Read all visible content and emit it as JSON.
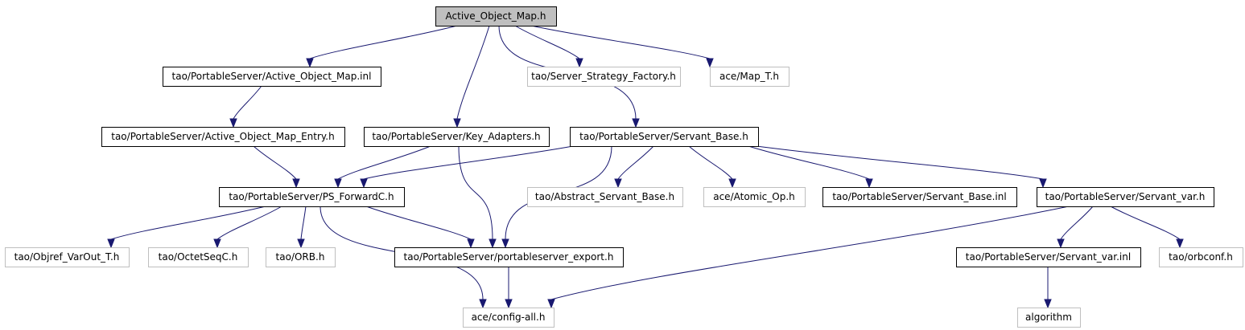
{
  "diagram": {
    "nodes": [
      {
        "id": "root",
        "label": "Active_Object_Map.h",
        "style": "root"
      },
      {
        "id": "aom_inl",
        "label": "tao/PortableServer/Active_Object_Map.inl",
        "style": "normal"
      },
      {
        "id": "ssf",
        "label": "tao/Server_Strategy_Factory.h",
        "style": "external"
      },
      {
        "id": "mapt",
        "label": "ace/Map_T.h",
        "style": "external"
      },
      {
        "id": "aome",
        "label": "tao/PortableServer/Active_Object_Map_Entry.h",
        "style": "normal"
      },
      {
        "id": "keyad",
        "label": "tao/PortableServer/Key_Adapters.h",
        "style": "normal"
      },
      {
        "id": "sbase",
        "label": "tao/PortableServer/Servant_Base.h",
        "style": "normal"
      },
      {
        "id": "psfwd",
        "label": "tao/PortableServer/PS_ForwardC.h",
        "style": "normal"
      },
      {
        "id": "asb",
        "label": "tao/Abstract_Servant_Base.h",
        "style": "external"
      },
      {
        "id": "atomic",
        "label": "ace/Atomic_Op.h",
        "style": "external"
      },
      {
        "id": "sbinl",
        "label": "tao/PortableServer/Servant_Base.inl",
        "style": "normal"
      },
      {
        "id": "svar",
        "label": "tao/PortableServer/Servant_var.h",
        "style": "normal"
      },
      {
        "id": "objref",
        "label": "tao/Objref_VarOut_T.h",
        "style": "external"
      },
      {
        "id": "octet",
        "label": "tao/OctetSeqC.h",
        "style": "external"
      },
      {
        "id": "orb",
        "label": "tao/ORB.h",
        "style": "external"
      },
      {
        "id": "psexp",
        "label": "tao/PortableServer/portableserver_export.h",
        "style": "normal"
      },
      {
        "id": "svarinl",
        "label": "tao/PortableServer/Servant_var.inl",
        "style": "normal"
      },
      {
        "id": "orbconf",
        "label": "tao/orbconf.h",
        "style": "external"
      },
      {
        "id": "cfg",
        "label": "ace/config-all.h",
        "style": "external"
      },
      {
        "id": "algo",
        "label": "algorithm",
        "style": "external"
      }
    ],
    "edges": [
      {
        "from": "root",
        "to": "aom_inl"
      },
      {
        "from": "root",
        "to": "keyad"
      },
      {
        "from": "root",
        "to": "ssf"
      },
      {
        "from": "root",
        "to": "mapt"
      },
      {
        "from": "root",
        "to": "sbase"
      },
      {
        "from": "aom_inl",
        "to": "aome"
      },
      {
        "from": "aome",
        "to": "psfwd"
      },
      {
        "from": "keyad",
        "to": "psfwd"
      },
      {
        "from": "keyad",
        "to": "psexp"
      },
      {
        "from": "sbase",
        "to": "psfwd"
      },
      {
        "from": "sbase",
        "to": "psexp"
      },
      {
        "from": "sbase",
        "to": "asb"
      },
      {
        "from": "sbase",
        "to": "atomic"
      },
      {
        "from": "sbase",
        "to": "sbinl"
      },
      {
        "from": "sbase",
        "to": "svar"
      },
      {
        "from": "psfwd",
        "to": "objref"
      },
      {
        "from": "psfwd",
        "to": "octet"
      },
      {
        "from": "psfwd",
        "to": "orb"
      },
      {
        "from": "psfwd",
        "to": "psexp"
      },
      {
        "from": "psfwd",
        "to": "cfg"
      },
      {
        "from": "psexp",
        "to": "cfg"
      },
      {
        "from": "svar",
        "to": "cfg"
      },
      {
        "from": "svar",
        "to": "svarinl"
      },
      {
        "from": "svar",
        "to": "orbconf"
      },
      {
        "from": "svarinl",
        "to": "algo"
      }
    ]
  },
  "colors": {
    "edge": "#191970",
    "root_fill": "#bfbfbf",
    "external_border": "#bfbfbf",
    "normal_border": "#000000"
  }
}
